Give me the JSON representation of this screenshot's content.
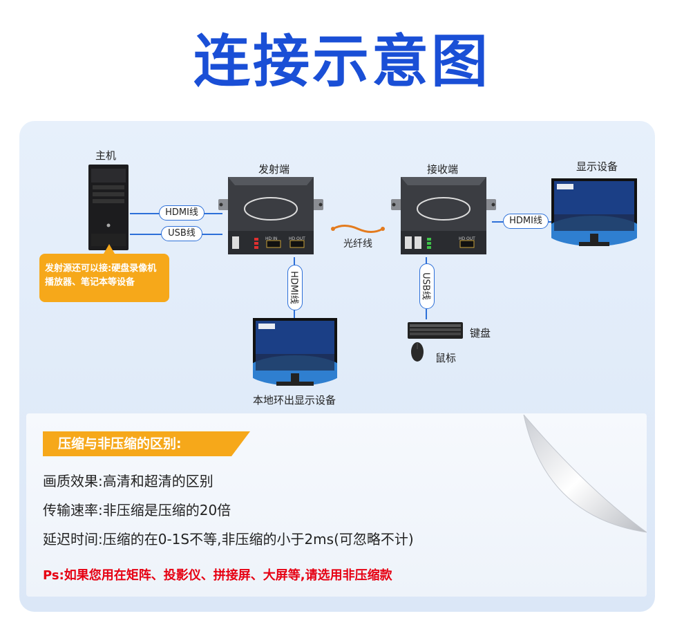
{
  "title": "连接示意图",
  "labels": {
    "host": "主机",
    "transmitter": "发射端",
    "receiver": "接收端",
    "display": "显示设备",
    "local_display": "本地环出显示设备",
    "keyboard": "键盘",
    "mouse": "鼠标",
    "fiber": "光纤线"
  },
  "cables": {
    "hdmi_host": "HDMI线",
    "usb_host": "USB线",
    "hdmi_display": "HDMI线",
    "hdmi_local": "HDMI线",
    "usb_receiver": "USB线"
  },
  "device_ports": {
    "hdmi_in": "HD IN",
    "hdmi_out": "HD OUT"
  },
  "note": {
    "line1": "发射源还可以接:硬盘录像机",
    "line2": "播放器、笔记本等设备"
  },
  "section": {
    "heading": "压缩与非压缩的区别:",
    "items": [
      "画质效果:高清和超清的区别",
      "传输速率:非压缩是压缩的20倍",
      "延迟时间:压缩的在0-1S不等,非压缩的小于2ms(可忽略不计)"
    ],
    "ps": "Ps:如果您用在矩阵、投影仪、拼接屏、大屏等,请选用非压缩款"
  },
  "colors": {
    "title": "#1a4fd6",
    "accent": "#2c6fd8",
    "orange": "#f6a81a",
    "warning": "#e60012"
  }
}
